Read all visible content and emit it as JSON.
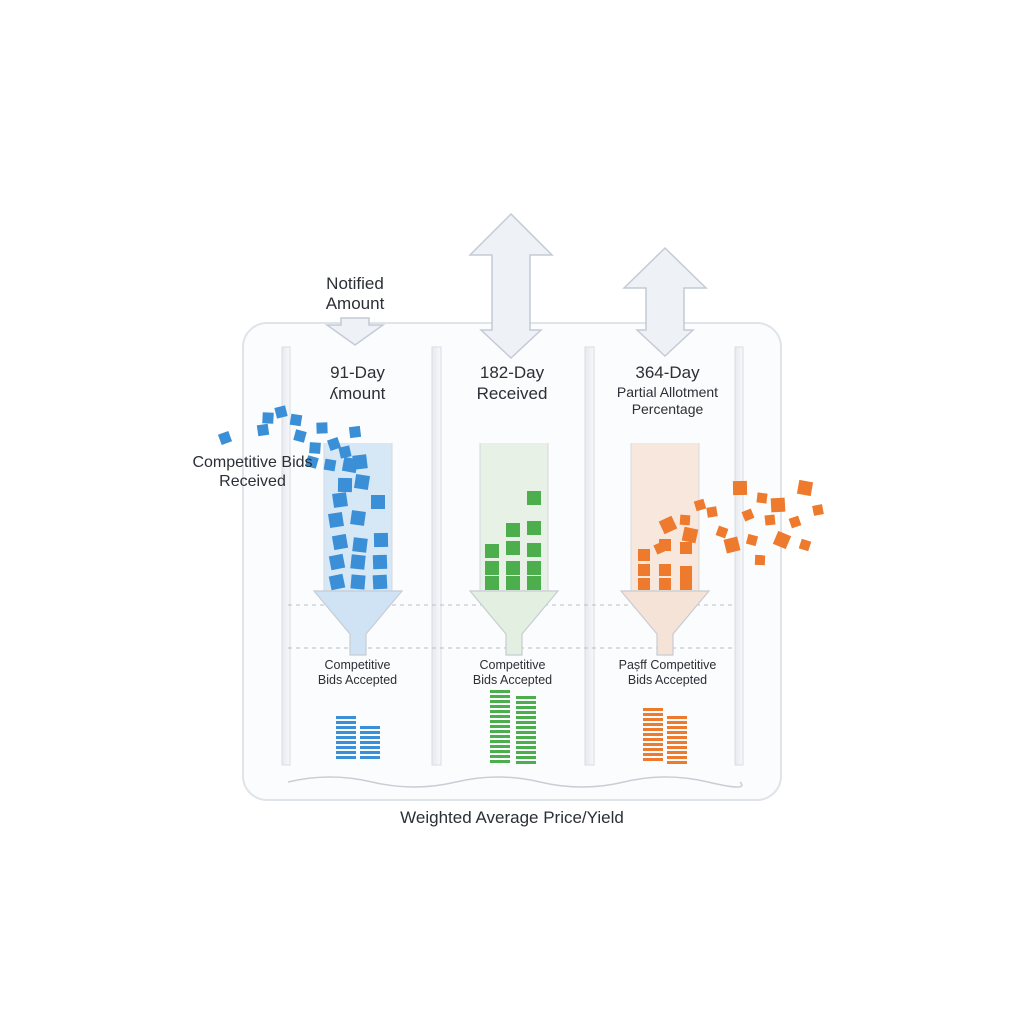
{
  "top": {
    "notified_amount": "Notified\nAmount"
  },
  "columns": [
    {
      "title": "91-Day",
      "subtitle": "ʎmount",
      "accepted": "Competitive\nBids Accepted",
      "color": "#3a8fd6",
      "tube_color": "#cfe3f5"
    },
    {
      "title": "182-Day",
      "subtitle": "Received",
      "accepted": "Competitive\nBids Accepted",
      "color": "#4cae4c",
      "tube_color": "#e3efe0"
    },
    {
      "title": "364-Day",
      "subtitle": "Partial Allotment\nPercentage",
      "accepted": "Pașff Competitive\nBids Accepted",
      "color": "#ee7a2e",
      "tube_color": "#f6e3d7"
    }
  ],
  "side_label": "Competitive Bids\nReceived",
  "footer": "Weighted Average Price/Yield",
  "colors": {
    "frame": "#dfe3ea",
    "arrow_fill": "#eef1f6",
    "arrow_stroke": "#c4cbd6"
  }
}
